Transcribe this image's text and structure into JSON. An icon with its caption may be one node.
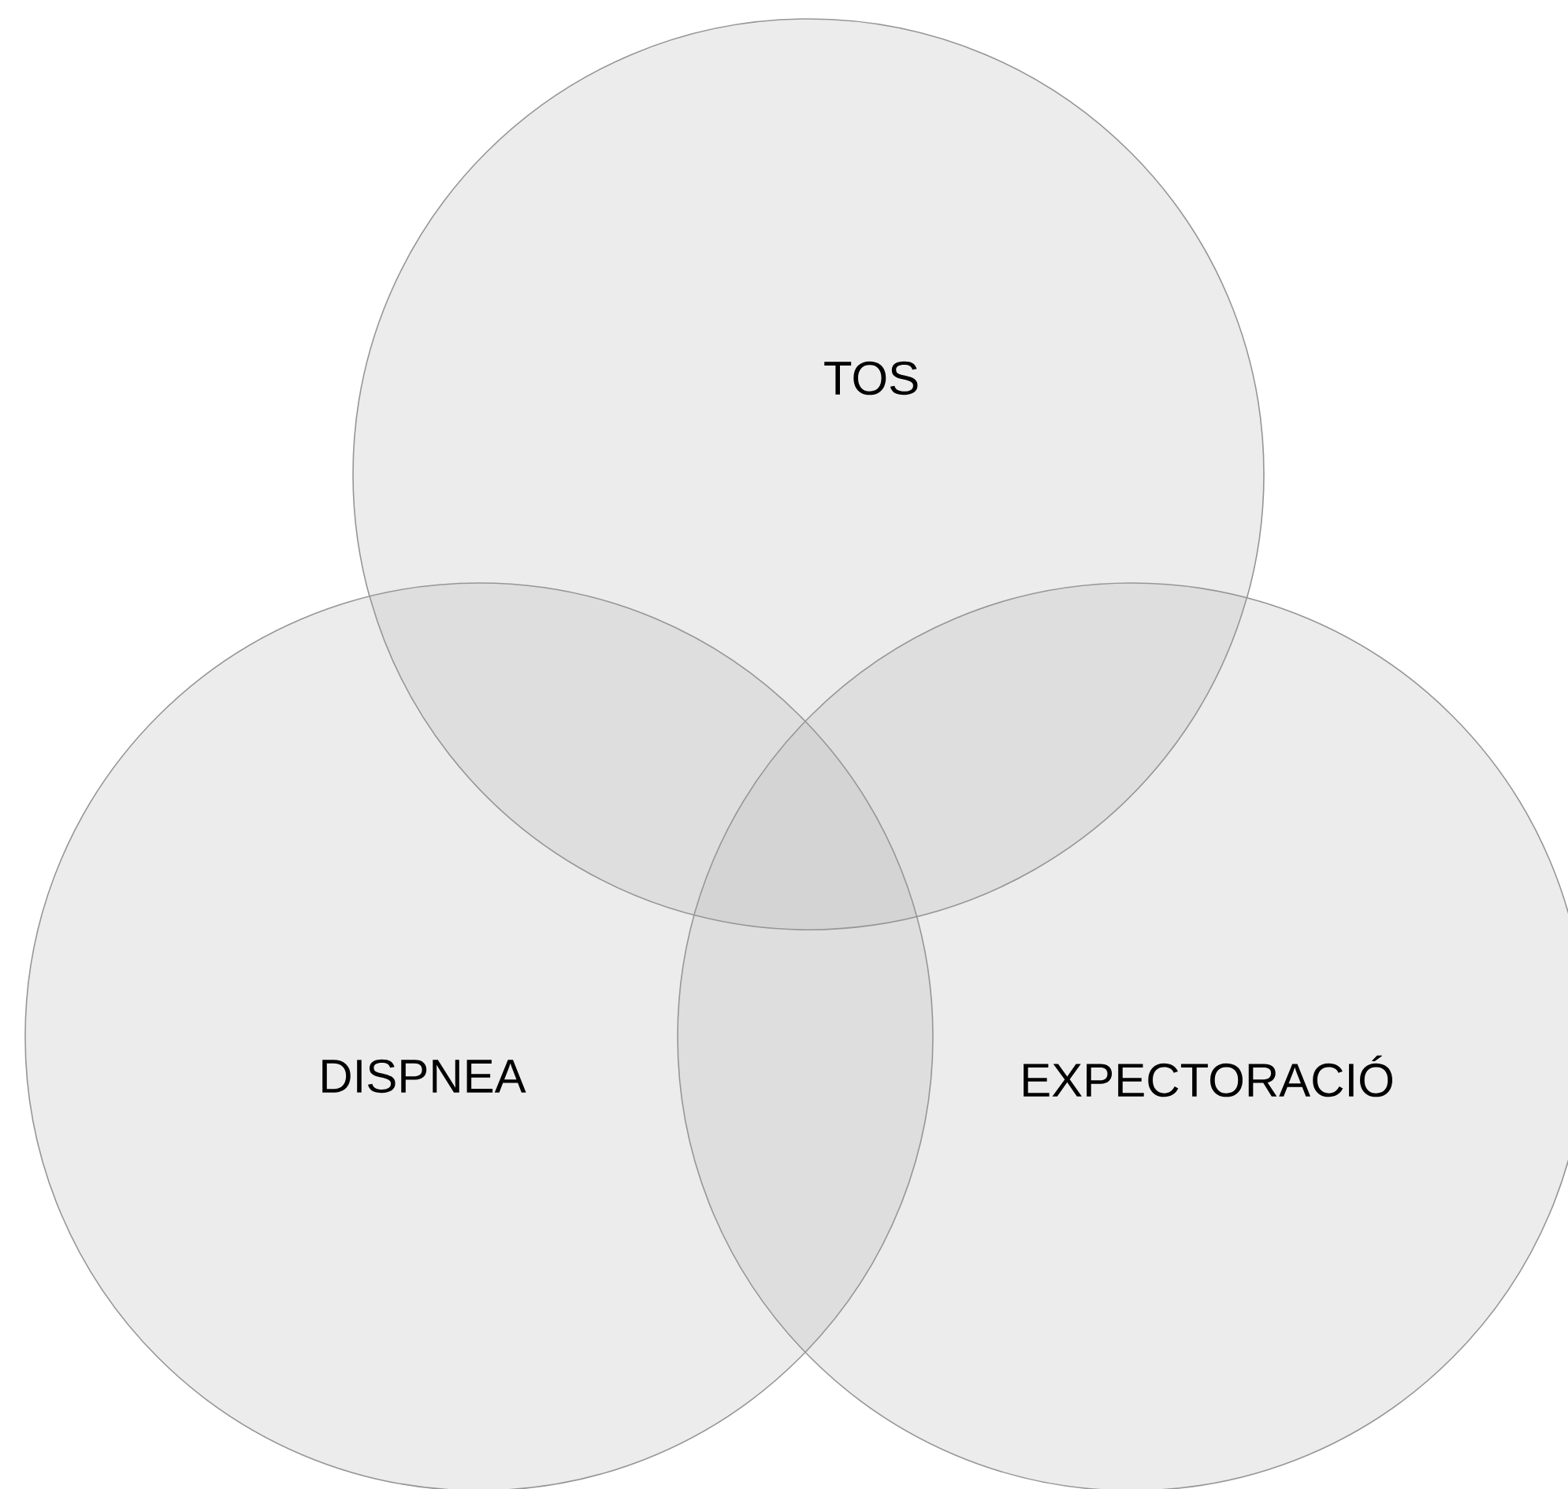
{
  "diagram": {
    "nodes": [
      {
        "text": [
          "TOS"
        ]
      },
      {
        "text": [
          "DISPNEA"
        ]
      },
      {
        "text": [
          "EXPECTORACIÓ"
        ]
      }
    ]
  }
}
